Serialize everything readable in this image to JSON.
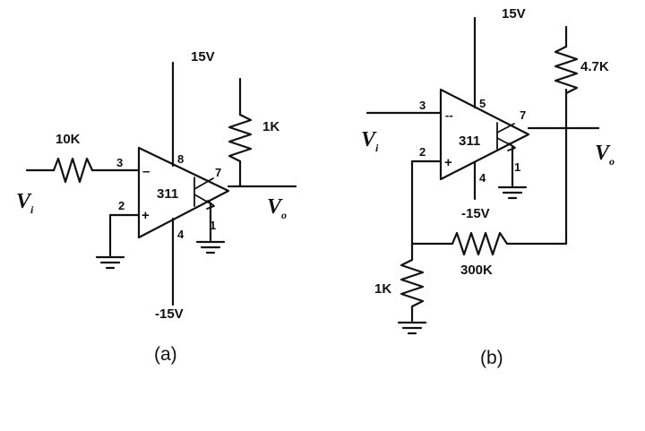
{
  "circuit_a": {
    "caption": "(a)",
    "supply_pos": "15V",
    "supply_neg": "-15V",
    "input_resistor": "10K",
    "pullup_resistor": "1K",
    "chip": "311",
    "pins": {
      "inv": "3",
      "noninv": "2",
      "vcc": "8",
      "gnd": "4",
      "out": "7",
      "emitter": "1"
    },
    "minus_sign": "–",
    "plus_sign": "+",
    "vin": "V",
    "vin_sub": "i",
    "vout": "V",
    "vout_sub": "o"
  },
  "circuit_b": {
    "caption": "(b)",
    "supply_pos": "15V",
    "supply_neg": "-15V",
    "pullup_resistor": "4.7K",
    "feedback_resistor": "300K",
    "ground_resistor": "1K",
    "chip": "311",
    "pins": {
      "inv": "3",
      "noninv": "2",
      "vcc": "5",
      "gnd": "4",
      "out": "7",
      "emitter": "1"
    },
    "minus_sign": "--",
    "plus_sign": "+",
    "vin": "V",
    "vin_sub": "i",
    "vout": "V",
    "vout_sub": "o"
  }
}
